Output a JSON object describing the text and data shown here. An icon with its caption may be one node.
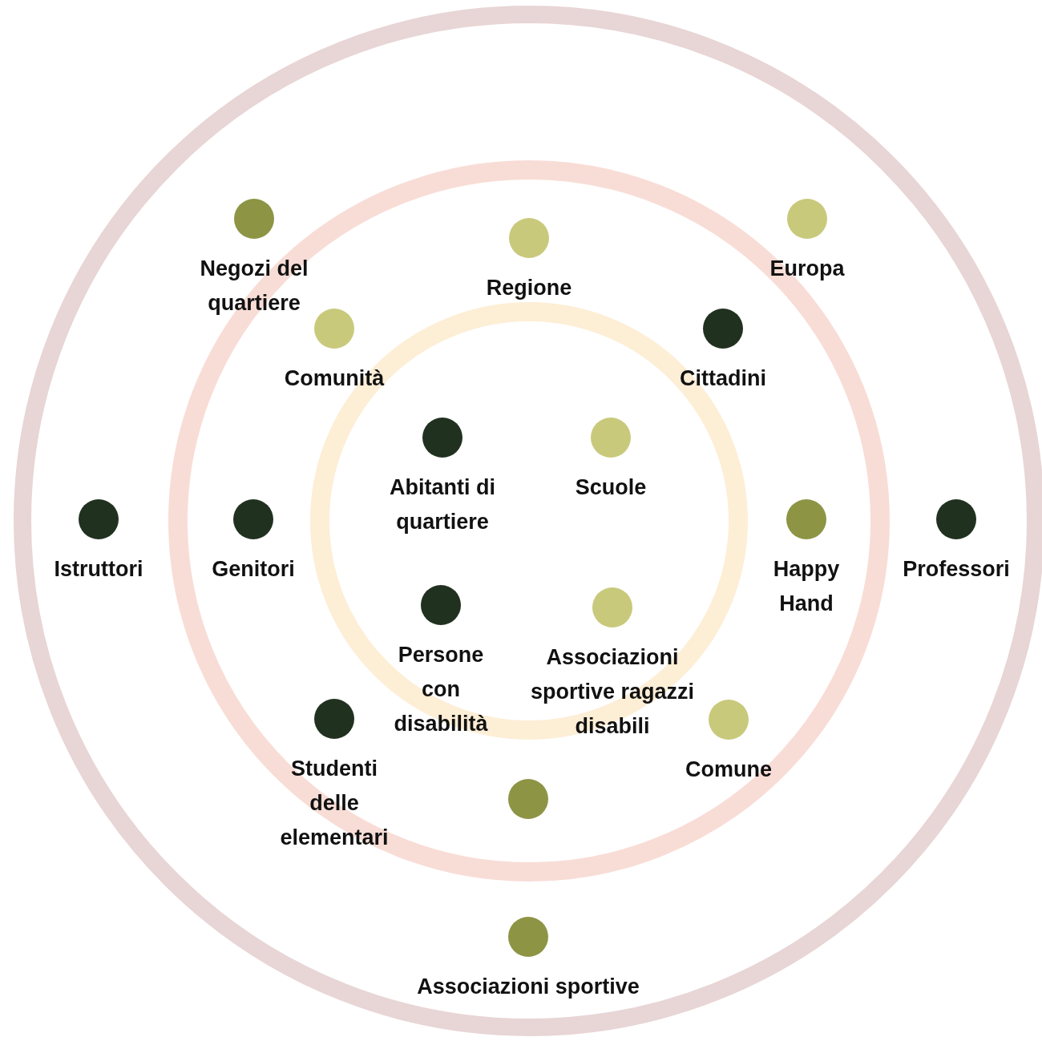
{
  "diagram": {
    "nodes": [
      {
        "text": [
          "Negozi del quartiere"
        ]
      },
      {
        "text": [
          "Regione"
        ]
      },
      {
        "text": [
          "Europa"
        ]
      },
      {
        "text": [
          "Comunità"
        ]
      },
      {
        "text": [
          "Cittadini"
        ]
      },
      {
        "text": [
          "Abitanti di quartiere"
        ]
      },
      {
        "text": [
          "Scuole"
        ]
      },
      {
        "text": [
          "Istruttori"
        ]
      },
      {
        "text": [
          "Genitori"
        ]
      },
      {
        "text": [
          "Happy Hand"
        ]
      },
      {
        "text": [
          "Professori"
        ]
      },
      {
        "text": [
          "Persone con disabilità"
        ]
      },
      {
        "text": [
          "Associazioni sportive ragazzi disabili"
        ]
      },
      {
        "text": [
          "Studenti delle elementari"
        ]
      },
      {
        "text": [
          "Comune"
        ]
      },
      {
        "text": [],
        "shape": "circle"
      },
      {
        "text": [
          "Associazioni sportive"
        ]
      }
    ]
  }
}
